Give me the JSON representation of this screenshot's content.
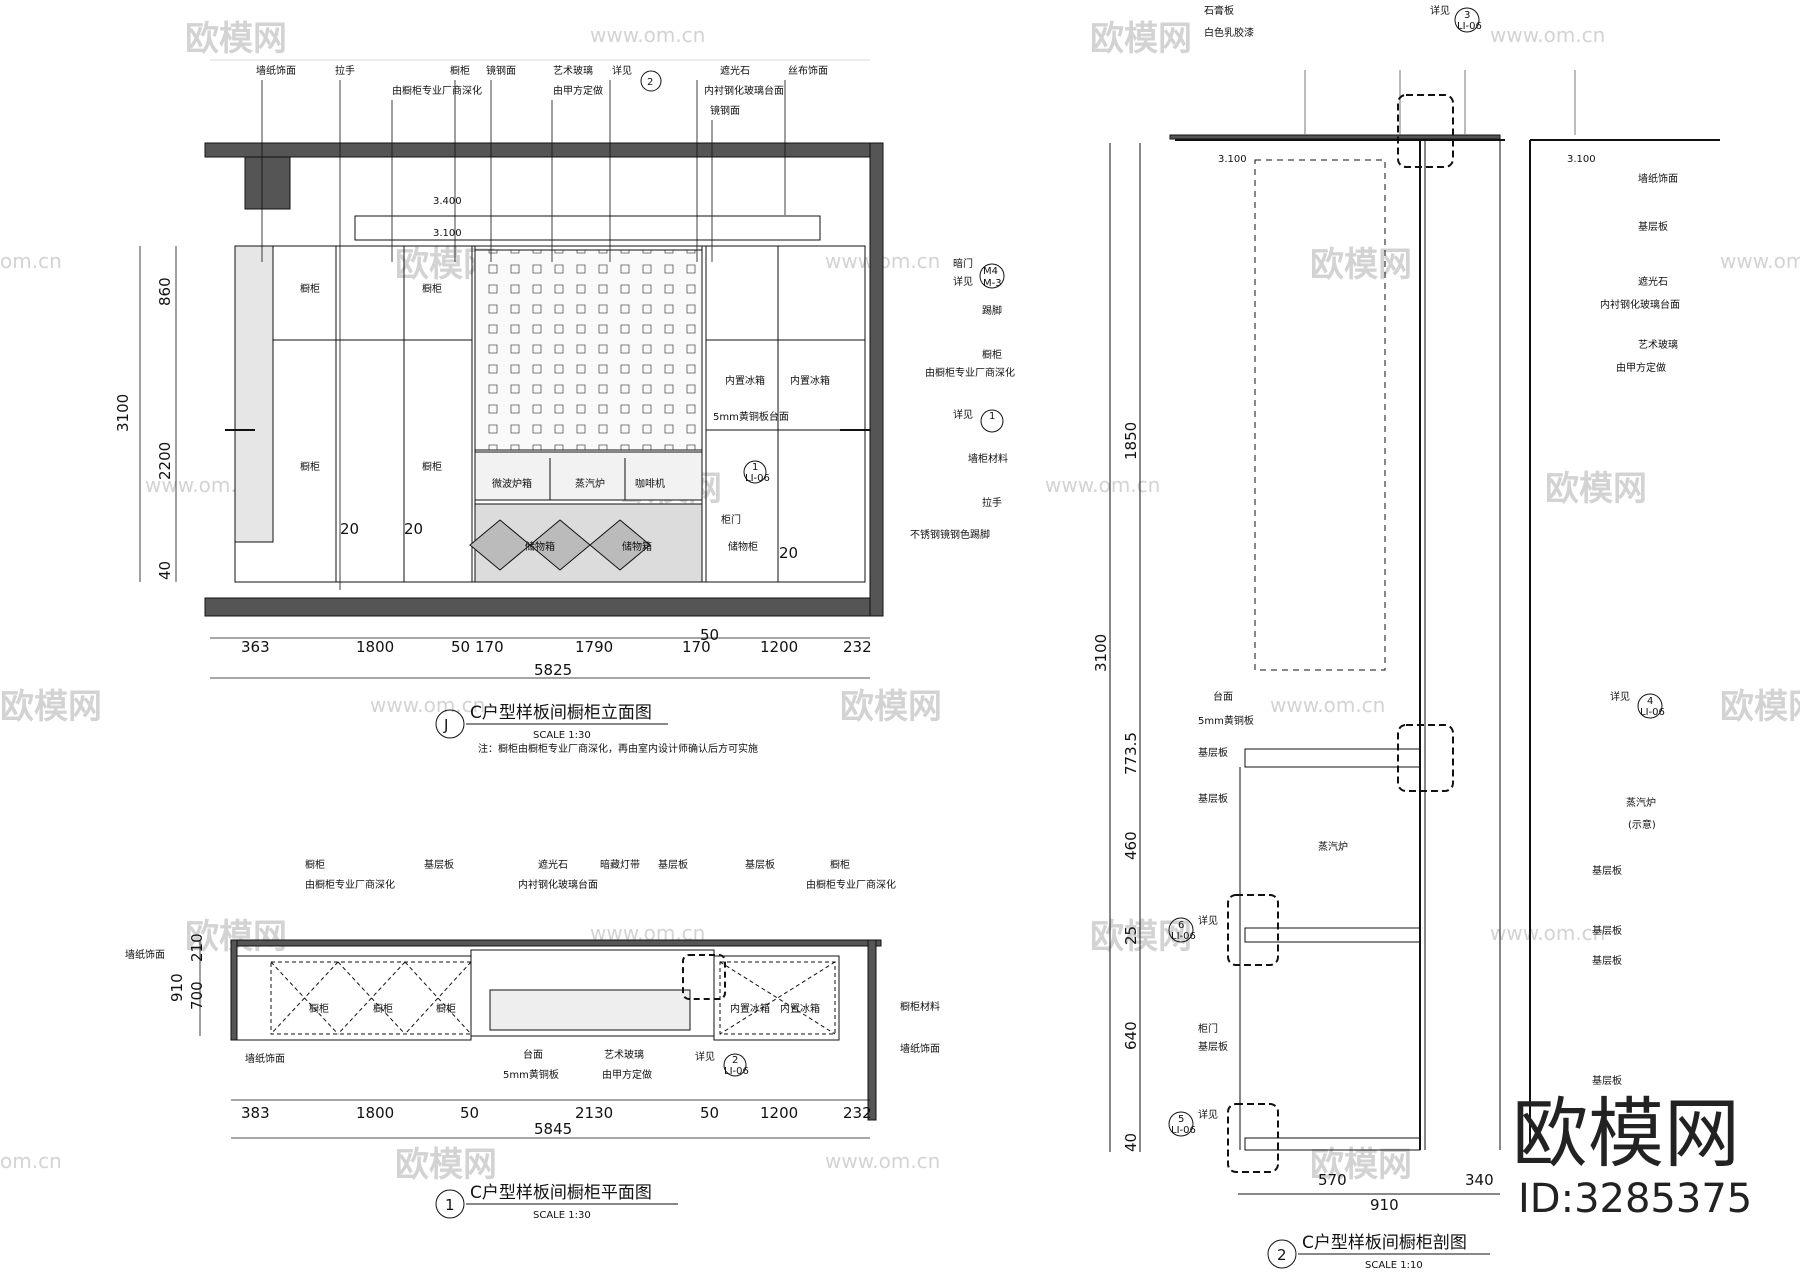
{
  "elevation": {
    "title": "C户型样板间橱柜立面图",
    "marker": "J",
    "scale": "SCALE 1:30",
    "note": "注：橱柜由橱柜专业厂商深化，再由室内设计师确认后方可实施",
    "labels_top": [
      "墙纸饰面",
      "拉手",
      "由橱柜专业厂商深化",
      "橱柜",
      "镜钢面",
      "艺术玻璃",
      "由甲方定做",
      "详见",
      "遮光石",
      "内衬钢化玻璃台面",
      "镜钢面",
      "丝布饰面"
    ],
    "labels_right": [
      "暗门",
      "详见",
      "踢脚",
      "橱柜",
      "由橱柜专业厂商深化",
      "详见",
      "墙柜材料",
      "拉手",
      "不锈钢镜钢色踢脚"
    ],
    "labels_inside": [
      "橱柜",
      "橱柜",
      "橱柜",
      "橱柜",
      "内置冰箱",
      "内置冰箱",
      "5mm黄铜板台面",
      "微波炉箱",
      "蒸汽炉",
      "咖啡机",
      "柜门",
      "储物箱",
      "储物箱",
      "储物柜"
    ],
    "levels": [
      "3.400",
      "3.100"
    ],
    "tags": [
      "2",
      "M4",
      "M-3",
      "1",
      "1",
      "LI-06"
    ],
    "vert_dims": [
      "3100",
      "860",
      "2200",
      "40"
    ],
    "inner_dims": [
      "20",
      "20",
      "20"
    ],
    "horiz_dims": [
      "363",
      "1800",
      "50",
      "170",
      "1790",
      "50",
      "170",
      "1200",
      "232"
    ],
    "total": "5825"
  },
  "plan": {
    "title": "C户型样板间橱柜平面图",
    "marker": "1",
    "scale": "SCALE 1:30",
    "labels_top": [
      "橱柜",
      "由橱柜专业厂商深化",
      "基层板",
      "遮光石",
      "内衬钢化玻璃台面",
      "暗藏灯带",
      "基层板",
      "基层板",
      "橱柜",
      "由橱柜专业厂商深化"
    ],
    "labels_other": [
      "墙纸饰面",
      "墙纸饰面",
      "台面",
      "5mm黄铜板",
      "艺术玻璃",
      "由甲方定做",
      "详见",
      "橱柜材料",
      "墙纸饰面"
    ],
    "labels_inside": [
      "橱柜",
      "橱柜",
      "橱柜",
      "内置冰箱",
      "内置冰箱"
    ],
    "tags": [
      "2",
      "LI-06"
    ],
    "vert_dims": [
      "910",
      "210",
      "700"
    ],
    "horiz_dims": [
      "383",
      "1800",
      "50",
      "2130",
      "50",
      "1200",
      "232"
    ],
    "total": "5845"
  },
  "section": {
    "title": "C户型样板间橱柜剖图",
    "marker": "2",
    "scale": "SCALE 1:10",
    "labels_top": [
      "石膏板",
      "白色乳胶漆",
      "详见"
    ],
    "labels_right": [
      "墙纸饰面",
      "基层板",
      "遮光石",
      "内衬钢化玻璃台面",
      "艺术玻璃",
      "由甲方定做",
      "详见",
      "蒸汽炉",
      "(示意)",
      "基层板",
      "基层板",
      "基层板",
      "基层板"
    ],
    "labels_left": [
      "台面",
      "5mm黄铜板",
      "基层板",
      "基层板",
      "蒸汽炉",
      "详见",
      "柜门",
      "基层板",
      "详见"
    ],
    "levels": [
      "3.100",
      "3.100"
    ],
    "tags": [
      "3",
      "LI-06",
      "4",
      "LI-06",
      "6",
      "LI-06",
      "5",
      "LI-06"
    ],
    "vert_dims": [
      "3100",
      "1850",
      "773.5",
      "460",
      "25",
      "640",
      "40"
    ],
    "horiz_dims": [
      "570",
      "340"
    ],
    "total": "910"
  },
  "watermark": {
    "brand": "欧模网",
    "url": "www.om.cn",
    "url_short": "om.cn",
    "id": "ID:3285375"
  }
}
